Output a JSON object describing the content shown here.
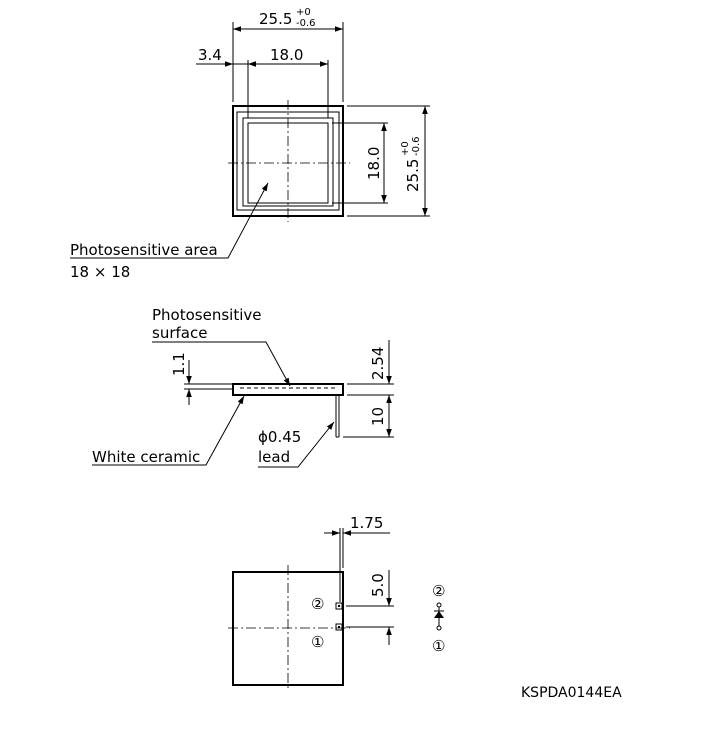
{
  "top_view": {
    "overall_width": "25.5",
    "overall_width_tol_upper": "+0",
    "overall_width_tol_lower": "-0.6",
    "overall_height": "25.5",
    "overall_height_tol_upper": "+0",
    "overall_height_tol_lower": "-0.6",
    "offset": "3.4",
    "area_width": "18.0",
    "area_height": "18.0",
    "area_label": "Photosensitive area",
    "area_size": "18 × 18"
  },
  "side_view": {
    "surface_label_line1": "Photosensitive",
    "surface_label_line2": "surface",
    "depth": "1.1",
    "thickness": "2.54",
    "lead_length": "10",
    "lead_diameter": "ϕ0.45",
    "lead_label": "lead",
    "body_label": "White ceramic"
  },
  "bottom_view": {
    "pin_edge_offset": "1.75",
    "pin_pitch": "5.0",
    "pin1": "①",
    "pin2": "②"
  },
  "symbol": {
    "pin2": "②",
    "pin1": "①"
  },
  "drawing_code": "KSPDA0144EA"
}
